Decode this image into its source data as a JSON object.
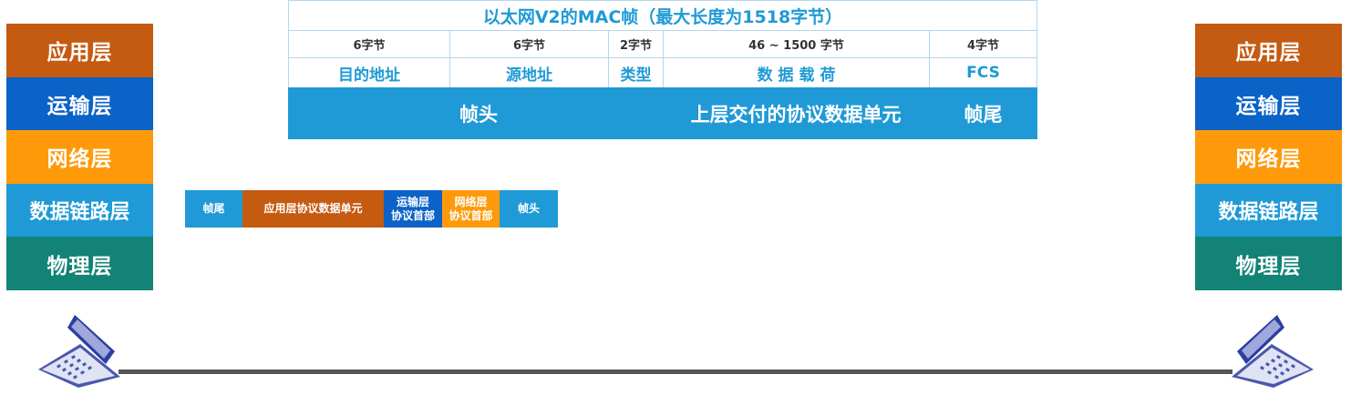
{
  "left_stack": [
    "应用层",
    "运输层",
    "网络层",
    "数据链路层",
    "物理层"
  ],
  "right_stack": [
    "应用层",
    "运输层",
    "网络层",
    "数据链路层",
    "物理层"
  ],
  "frame_table": {
    "title": "以太网V2的MAC帧（最大长度为1518字节）",
    "sizes": [
      "6字节",
      "6字节",
      "2字节",
      "46 ~ 1500 字节",
      "4字节"
    ],
    "fields": [
      "目的地址",
      "源地址",
      "类型",
      "数 据 载 荷",
      "FCS"
    ],
    "band": {
      "header": "帧头",
      "payload": "上层交付的协议数据单元",
      "trailer": "帧尾"
    }
  },
  "packet": {
    "tail": "帧尾",
    "app_pdu": "应用层协议数据单元",
    "transport": [
      "运输层",
      "协议首部"
    ],
    "network": [
      "网络层",
      "协议首部"
    ],
    "head": "帧头"
  },
  "colors": {
    "application": "#c55a11",
    "transport": "#0b62c7",
    "network": "#fe9a0a",
    "datalink": "#1f9ad6",
    "physical": "#128376"
  },
  "icons": [
    "laptop-icon",
    "laptop-icon"
  ]
}
